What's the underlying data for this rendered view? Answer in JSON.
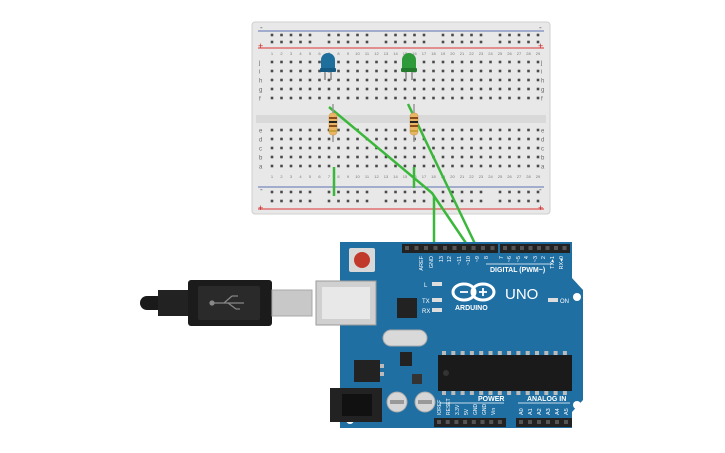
{
  "breadboard": {
    "row_letters_top": [
      "j",
      "i",
      "h",
      "g",
      "f"
    ],
    "row_letters_bottom": [
      "e",
      "d",
      "c",
      "b",
      "a"
    ],
    "rail_plus": "+",
    "rail_minus": "-",
    "column_numbers": [
      "1",
      "2",
      "3",
      "4",
      "5",
      "6",
      "7",
      "8",
      "9",
      "10",
      "11",
      "12",
      "13",
      "14",
      "15",
      "16",
      "17",
      "18",
      "19",
      "20",
      "21",
      "22",
      "23",
      "24",
      "25",
      "26",
      "27",
      "28",
      "29",
      "30"
    ]
  },
  "components": {
    "led_left_color": "#1e6f9c",
    "led_right_color": "#2e9a3a",
    "wire_color": "#33bb33",
    "resistor_color": "#e9b665"
  },
  "arduino": {
    "logo": "ARDUINO",
    "model": "UNO",
    "digital_header": "DIGITAL (PWM~)",
    "power_header": "POWER",
    "analog_header": "ANALOG IN",
    "on_label": "ON",
    "led_l": "L",
    "led_tx": "TX",
    "led_rx": "RX",
    "digital_pins": [
      "AREF",
      "GND",
      "13",
      "12",
      "~11",
      "~10",
      "~9",
      "8",
      "7",
      "~6",
      "~5",
      "4",
      "~3",
      "2",
      "TX▸1",
      "RX◂0"
    ],
    "power_pins": [
      "IOREF",
      "RESET",
      "3.3V",
      "5V",
      "GND",
      "GND",
      "Vin"
    ],
    "analog_pins": [
      "A0",
      "A1",
      "A2",
      "A3",
      "A4",
      "A5"
    ],
    "board_color": "#1f6fa3"
  }
}
